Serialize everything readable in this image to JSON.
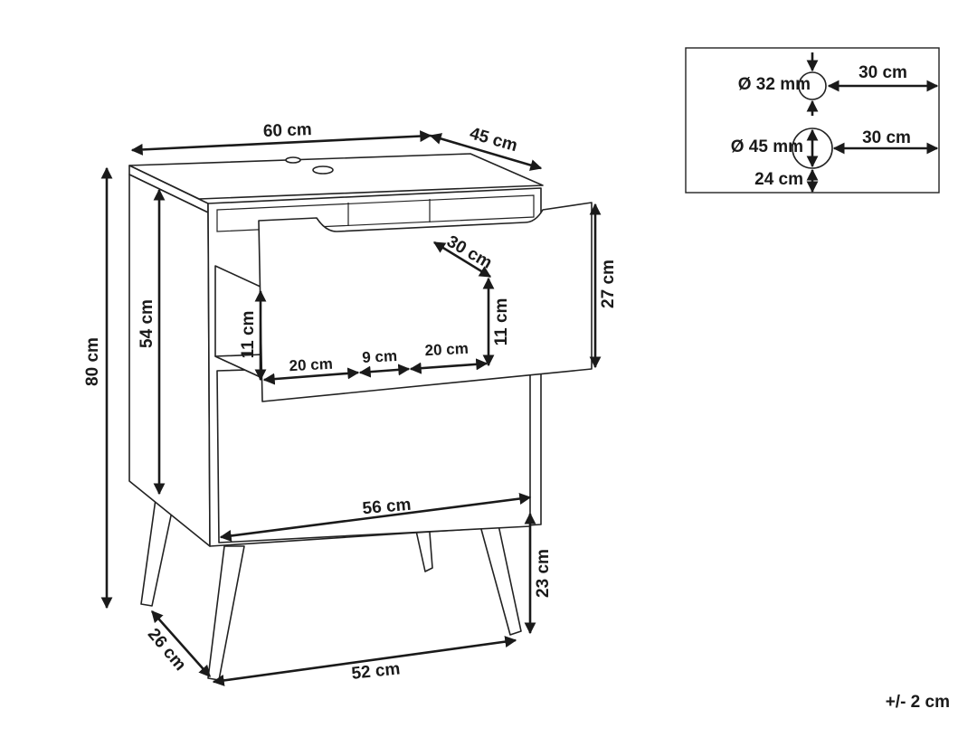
{
  "dimensions": {
    "width_top": "60 cm",
    "depth_top": "45 cm",
    "height_total": "80 cm",
    "body_height": "54 cm",
    "drawer_front_height": "27 cm",
    "drawer_depth": "30 cm",
    "drawer_inner_height_left": "11 cm",
    "drawer_inner_height_right": "11 cm",
    "compartment_left_width": "20 cm",
    "divider_gap": "9 cm",
    "compartment_right_width": "20 cm",
    "inner_width": "56 cm",
    "leg_height": "23 cm",
    "leg_span_width": "52 cm",
    "leg_span_depth": "26 cm"
  },
  "cable_holes": {
    "small_hole_diameter": "Ø 32 mm",
    "small_hole_offset": "30 cm",
    "large_hole_diameter": "Ø 45 mm",
    "large_hole_offset": "30 cm",
    "large_hole_height": "24 cm"
  },
  "tolerance": "+/- 2 cm"
}
